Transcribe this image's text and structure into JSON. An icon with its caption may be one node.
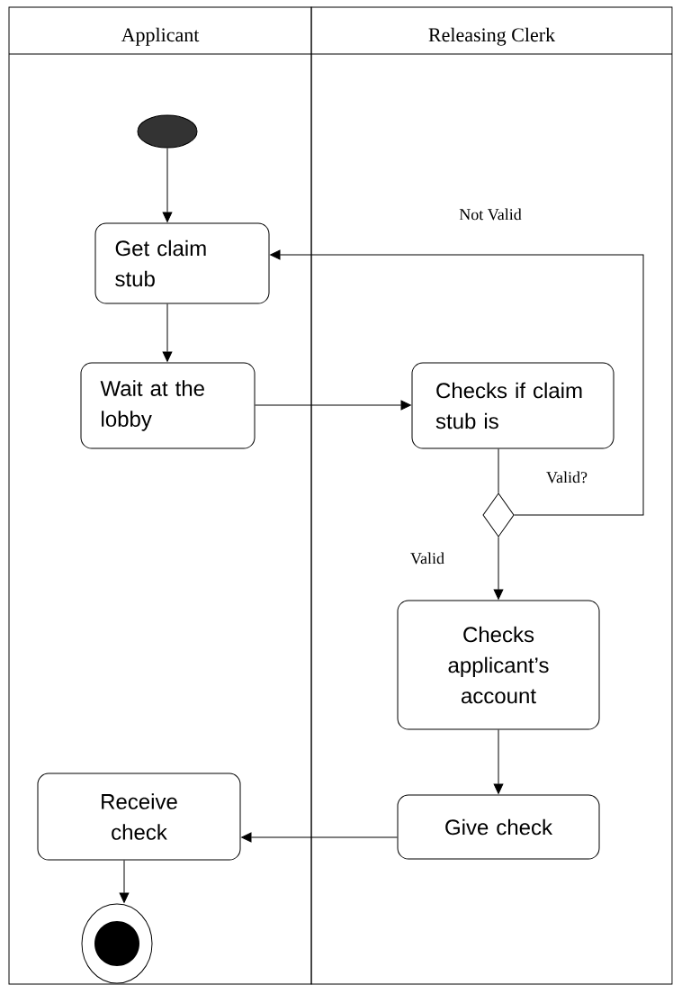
{
  "diagram": {
    "nodes": [
      {
        "text": [
          "Applicant"
        ]
      },
      {
        "text": [
          "Releasing Clerk"
        ]
      },
      {
        "text": [],
        "shape": "circle",
        "in": 0
      },
      {
        "text": [
          "Get claim stub"
        ],
        "in": 0
      },
      {
        "text": [
          "Wait at the lobby"
        ],
        "in": 0
      },
      {
        "text": [
          "Checks if claim stub is"
        ],
        "in": 1
      },
      {
        "text": [],
        "shape": "diamond",
        "in": 1,
        "beside": [
          "Valid?"
        ]
      },
      {
        "text": [
          "Checks applicant’s account"
        ],
        "in": 1
      },
      {
        "text": [
          "Give check"
        ],
        "in": 1
      },
      {
        "text": [
          "Receive check"
        ],
        "in": 0
      },
      {
        "text": [],
        "shape": "circle",
        "in": 0
      }
    ],
    "edges": [
      {
        "from": 2,
        "to": 3,
        "arrow": "to"
      },
      {
        "from": 3,
        "to": 4,
        "arrow": "to"
      },
      {
        "from": 4,
        "to": 5,
        "arrow": "to"
      },
      {
        "from": 5,
        "to": 6,
        "arrow": "none"
      },
      {
        "from": 6,
        "to": 3,
        "arrow": "to",
        "label": "Not Valid"
      },
      {
        "from": 6,
        "to": 7,
        "arrow": "to",
        "label": "Valid"
      },
      {
        "from": 7,
        "to": 8,
        "arrow": "to"
      },
      {
        "from": 8,
        "to": 9,
        "arrow": "to"
      },
      {
        "from": 9,
        "to": 10,
        "arrow": "to"
      }
    ]
  }
}
